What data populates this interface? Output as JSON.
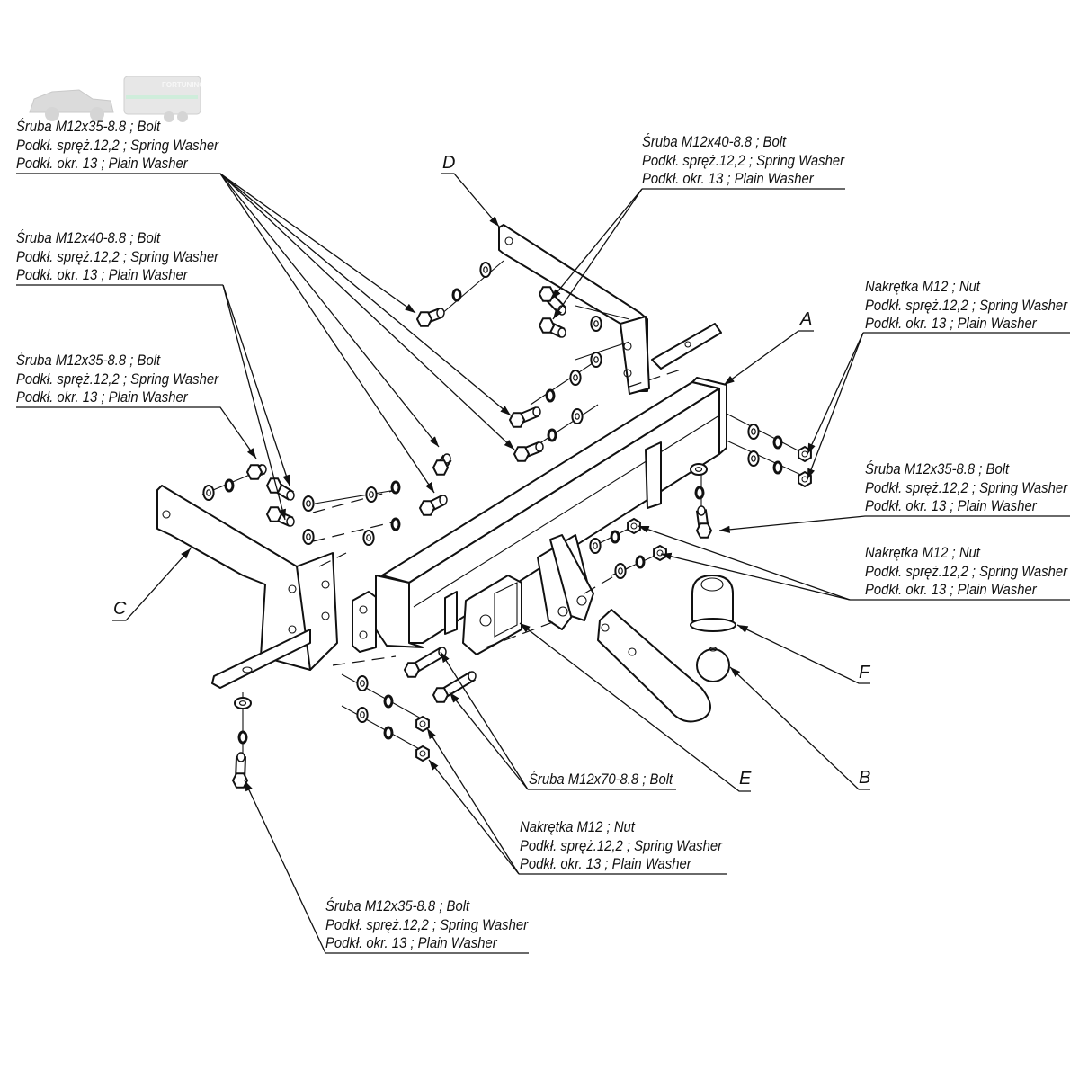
{
  "watermark": {
    "brand": "FORTUNING",
    "domain_text": "FORTUNING.BY"
  },
  "callouts": {
    "top_left": [
      "Śruba M12x35-8.8 ;  Bolt",
      "Podkł. spręż.12,2 ; Spring Washer",
      "Podkł. okr. 13 ; Plain Washer"
    ],
    "mid_left": [
      "Śruba M12x40-8.8 ;  Bolt",
      "Podkł. spręż.12,2 ; Spring Washer",
      "Podkł. okr. 13 ; Plain Washer"
    ],
    "lower_left": [
      "Śruba M12x35-8.8 ;  Bolt",
      "Podkł. spręż.12,2 ; Spring Washer",
      "Podkł. okr. 13 ; Plain Washer"
    ],
    "top_center": [
      "Śruba M12x40-8.8 ;  Bolt",
      "Podkł. spręż.12,2 ; Spring Washer",
      "Podkł. okr. 13 ; Plain Washer"
    ],
    "right_nut_top": [
      "Nakrętka  M12 ; Nut",
      "Podkł. spręż.12,2 ; Spring Washer",
      "Podkł. okr. 13 ; Plain Washer"
    ],
    "right_bolt": [
      "Śruba M12x35-8.8 ;  Bolt",
      "Podkł. spręż.12,2 ; Spring Washer",
      "Podkł. okr. 13 ; Plain Washer"
    ],
    "right_nut_mid": [
      "Nakrętka  M12 ; Nut",
      "Podkł. spręż.12,2 ; Spring Washer",
      "Podkł. okr. 13 ; Plain Washer"
    ],
    "bottom_bolt70": [
      "Śruba M12x70-8.8 ;  Bolt"
    ],
    "bottom_nut": [
      "Nakrętka  M12 ; Nut",
      "Podkł. spręż.12,2 ; Spring Washer",
      "Podkł. okr. 13 ; Plain Washer"
    ],
    "bottom_left_bolt": [
      "Śruba M12x35-8.8 ;  Bolt",
      "Podkł. spręż.12,2 ; Spring Washer",
      "Podkł. okr. 13 ; Plain Washer"
    ]
  },
  "part_letters": {
    "A": "A",
    "B": "B",
    "C": "C",
    "D": "D",
    "E": "E",
    "F": "F"
  }
}
